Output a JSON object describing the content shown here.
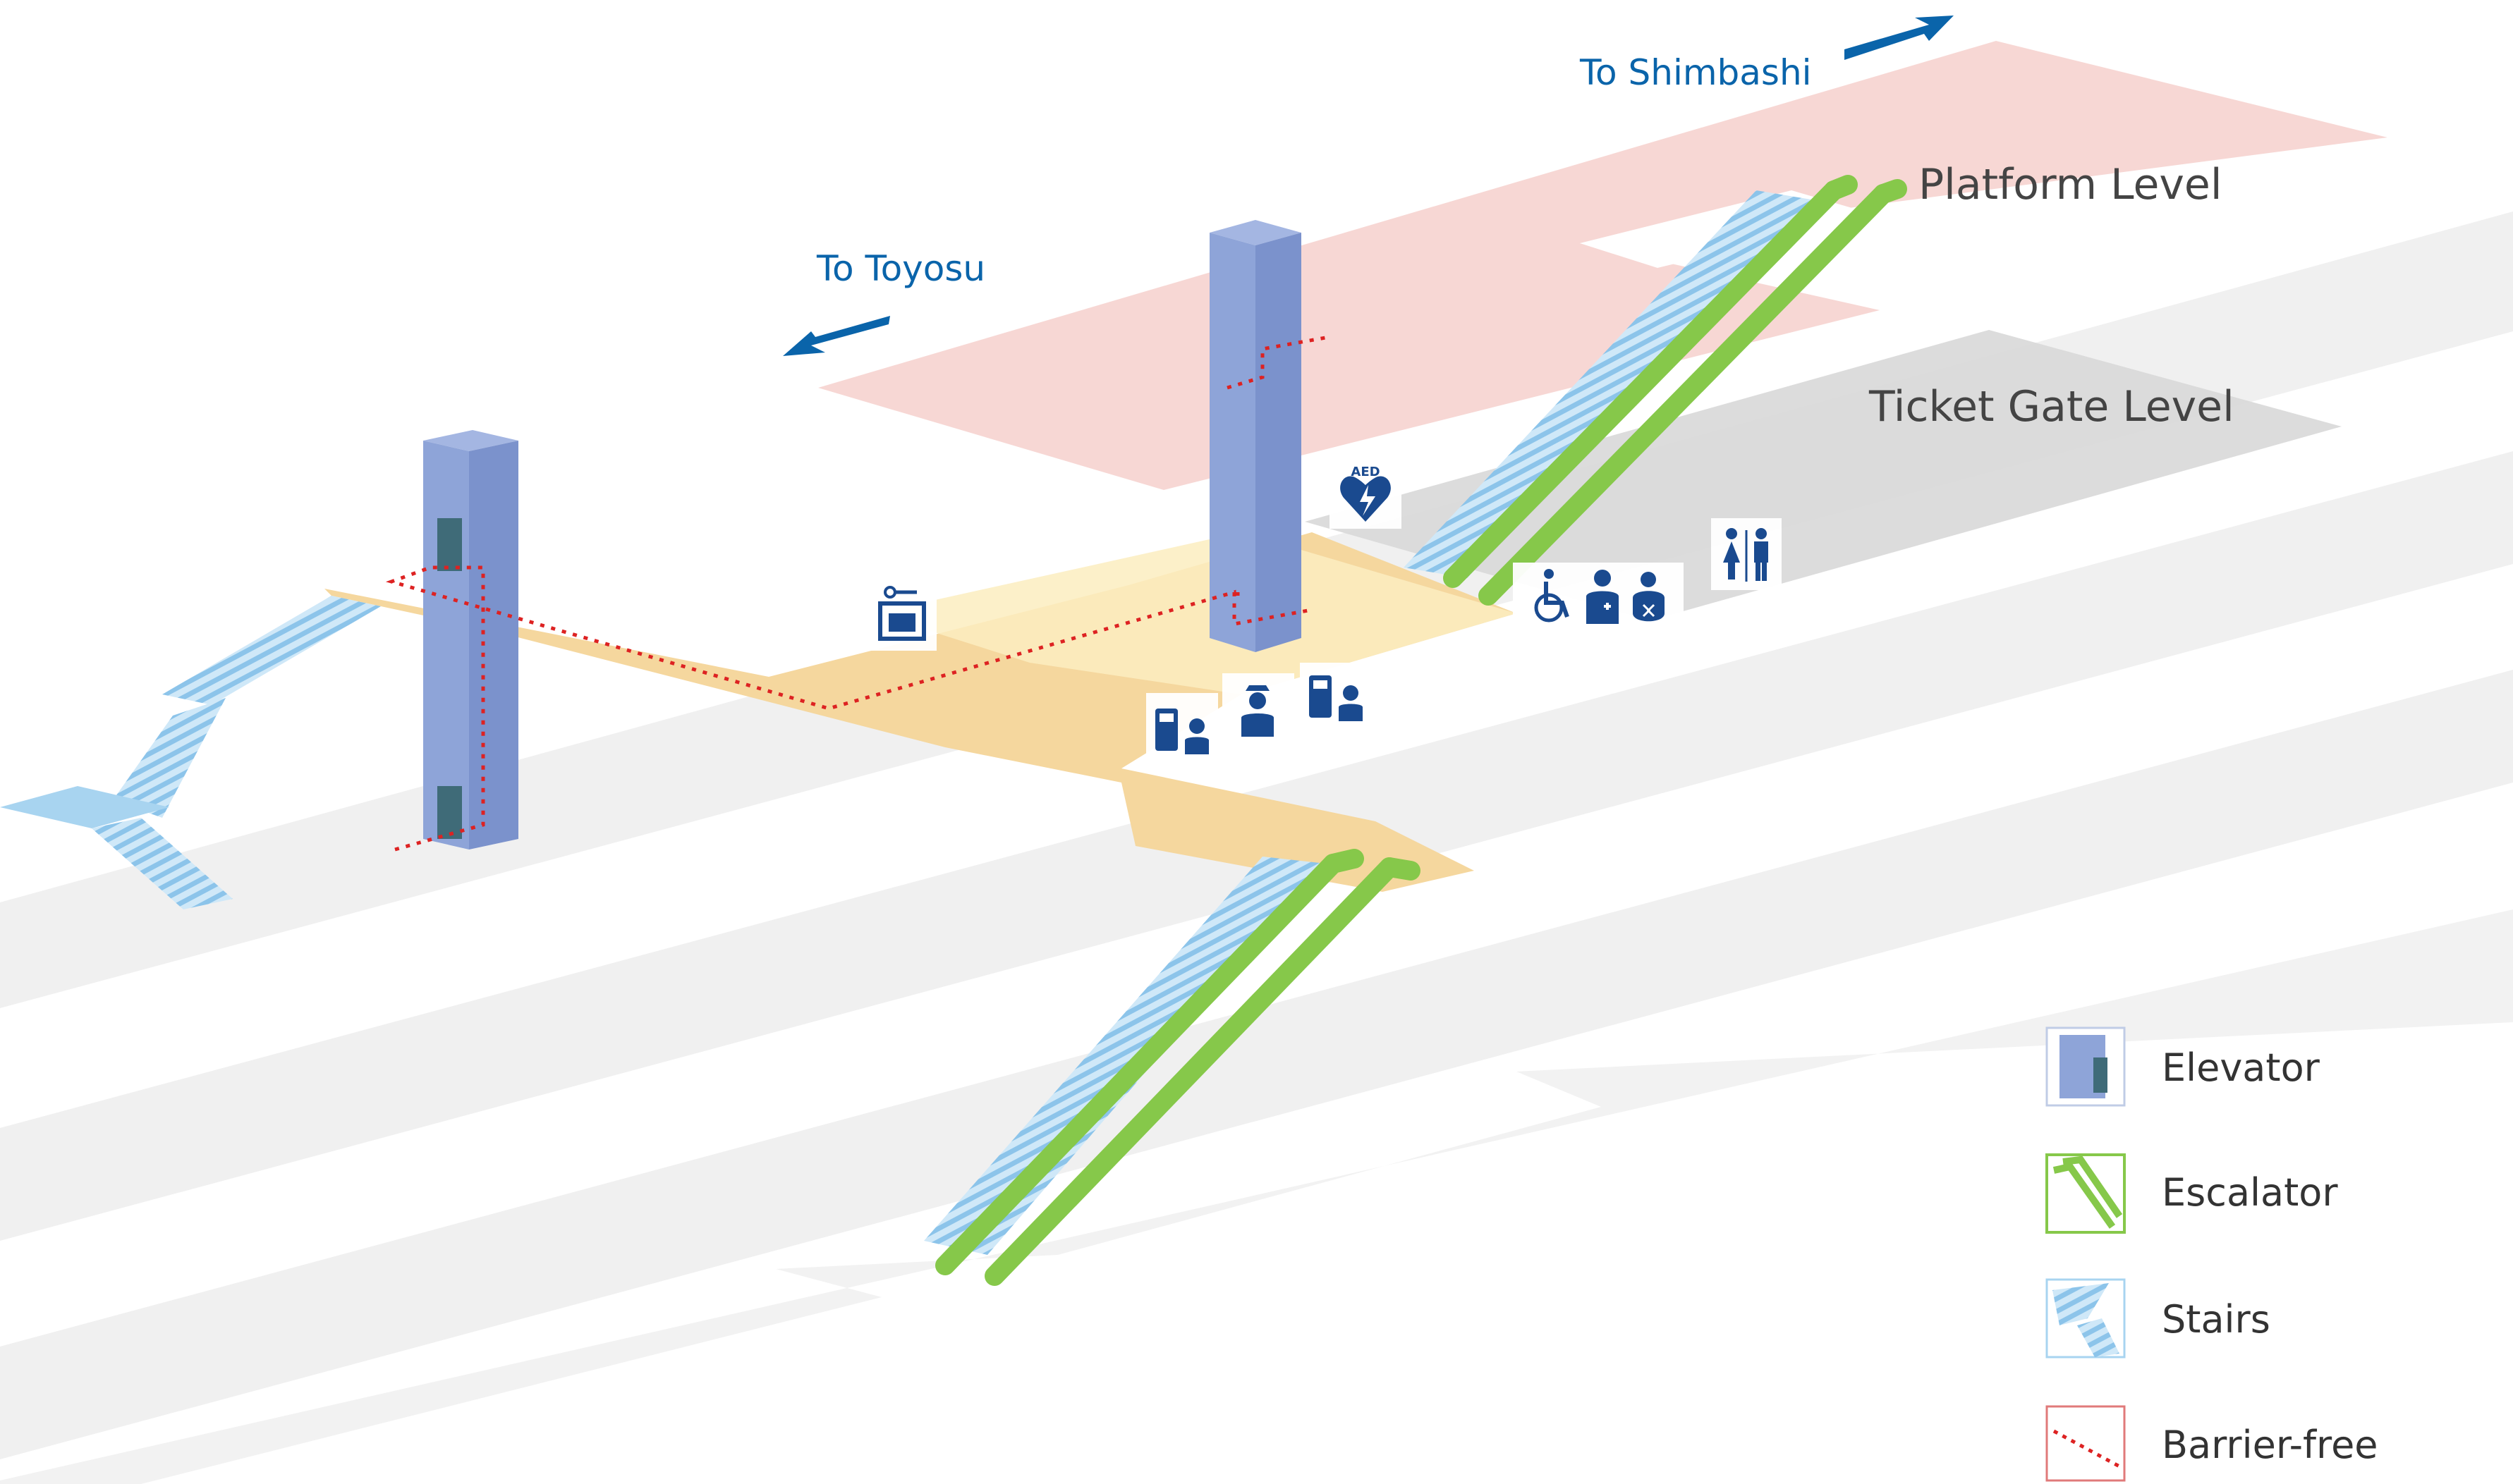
{
  "directions": {
    "shimbashi": "To Shimbashi",
    "toyosu": "To Toyosu"
  },
  "levels": {
    "platform": "Platform Level",
    "ticket_gate": "Ticket Gate Level"
  },
  "icons": {
    "aed_text": "AED"
  },
  "legend": {
    "elevator": "Elevator",
    "escalator": "Escalator",
    "stairs": "Stairs",
    "barrier_free": "Barrier-free"
  },
  "colors": {
    "platform_fill": "#f6d3cf",
    "ticket_gate_fill": "#dddddd",
    "concourse_fill": "#f5d79e",
    "elevator_fill": "#8ea4d8",
    "escalator": "#86c84a",
    "stairs": "#a8d4f0",
    "barrier_free": "#dd2222",
    "direction_arrow": "#0a64aa",
    "icon_blue": "#1a4a8f"
  }
}
